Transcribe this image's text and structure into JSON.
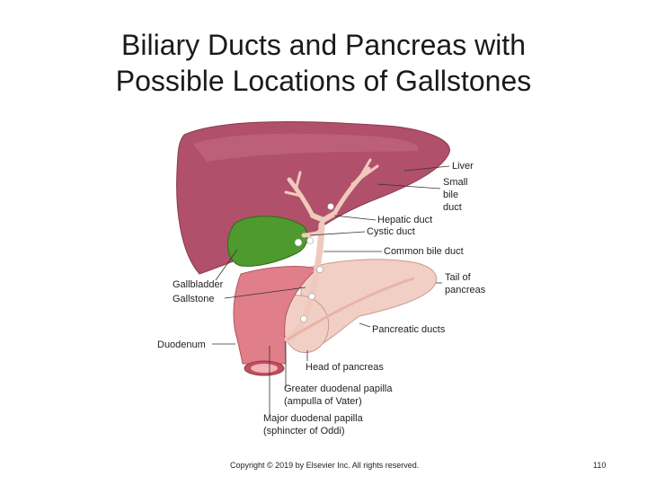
{
  "slide": {
    "title_line1": "Biliary Ducts and Pancreas with",
    "title_line2": "Possible Locations of Gallstones",
    "footer_copyright": "Copyright © 2019 by Elsevier Inc. All rights reserved.",
    "page_number": "110"
  },
  "figure": {
    "labels": {
      "liver": "Liver",
      "small_bile_duct_1": "Small",
      "small_bile_duct_2": "bile",
      "small_bile_duct_3": "duct",
      "hepatic_duct": "Hepatic duct",
      "cystic_duct": "Cystic duct",
      "common_bile_duct": "Common bile duct",
      "tail_of_pancreas_1": "Tail of",
      "tail_of_pancreas_2": "pancreas",
      "gallbladder": "Gallbladder",
      "gallstone": "Gallstone",
      "pancreatic_ducts": "Pancreatic ducts",
      "duodenum": "Duodenum",
      "head_of_pancreas": "Head of  pancreas",
      "greater_papilla_1": "Greater duodenal papilla",
      "greater_papilla_2": "(ampulla of Vater)",
      "major_papilla_1": "Major duodenal papilla",
      "major_papilla_2": "(sphincter of Oddi)"
    },
    "colors": {
      "liver": "#b0506a",
      "gallbladder": "#4e9a2e",
      "pancreas": "#f2cfc4",
      "duodenum": "#e07e8a",
      "ducts": "#f0c9bd"
    }
  }
}
